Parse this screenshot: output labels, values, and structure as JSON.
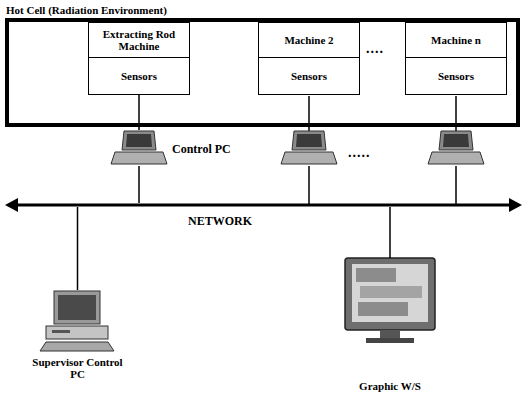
{
  "diagram": {
    "nodes": [
      {
        "text": [
          "Hot Cell (Radiation Environment)"
        ]
      },
      {
        "text": [
          "Extracting Rod Machine"
        ],
        "in": 0
      },
      {
        "text": [
          "Sensors"
        ],
        "in": 0
      },
      {
        "text": [
          "Machine 2"
        ],
        "in": 0
      },
      {
        "text": [
          "Sensors"
        ],
        "in": 0
      },
      {
        "text": [
          "Machine n"
        ],
        "in": 0
      },
      {
        "text": [
          "Sensors"
        ],
        "in": 0
      },
      {
        "text": [
          "Control PC"
        ]
      },
      {
        "text": [
          "NETWORK"
        ]
      },
      {
        "text": [
          "Supervisor Control PC"
        ]
      },
      {
        "text": [
          "Graphic W/S"
        ]
      }
    ],
    "edges": [
      {
        "from": 2,
        "to": 7,
        "arrow": "none"
      },
      {
        "from": 7,
        "to": 8,
        "arrow": "none"
      },
      {
        "from": 9,
        "to": 8,
        "arrow": "none"
      },
      {
        "from": 10,
        "to": 8,
        "arrow": "none"
      }
    ],
    "labels": [
      "....",
      "....."
    ]
  }
}
